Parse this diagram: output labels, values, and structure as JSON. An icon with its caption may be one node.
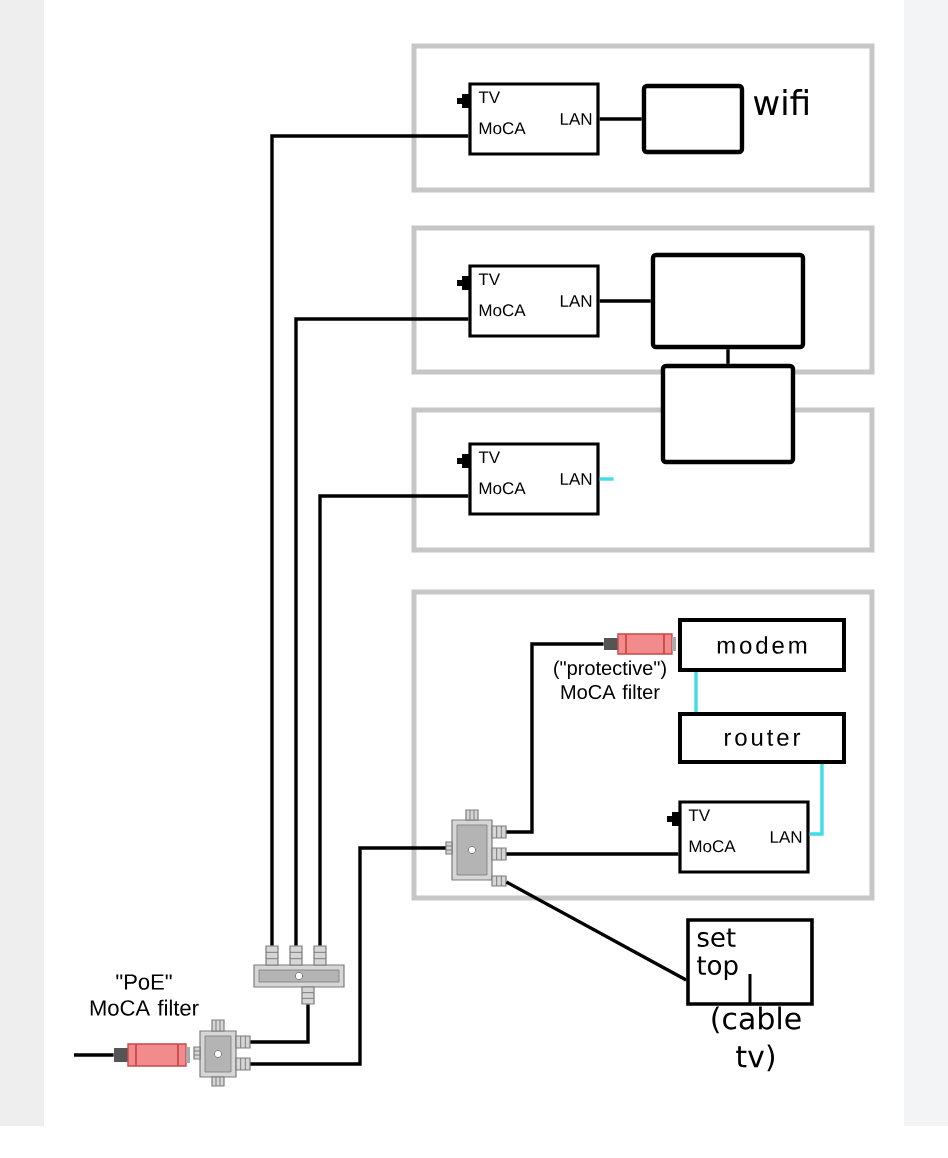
{
  "diagram": {
    "nodes": [
      {
        "text": [],
        "shape": "box"
      },
      {
        "text": [
          "TV MoCA",
          "LAN"
        ],
        "in": 0
      },
      {
        "text": [],
        "shape": "box",
        "in": 0,
        "beside": [
          "wifi"
        ]
      },
      {
        "text": [],
        "shape": "box"
      },
      {
        "text": [
          "TV MoCA",
          "LAN"
        ],
        "in": 3
      },
      {
        "text": [],
        "shape": "box",
        "in": 3
      },
      {
        "text": [],
        "shape": "box"
      },
      {
        "text": [],
        "shape": "box"
      },
      {
        "text": [
          "TV MoCA",
          "LAN"
        ],
        "in": 7
      },
      {
        "text": [],
        "shape": "box"
      },
      {
        "text": [],
        "shape": "picture",
        "in": 9,
        "beside": [
          "(\"protective\") MoCA filter"
        ]
      },
      {
        "text": [
          "modem"
        ],
        "in": 9
      },
      {
        "text": [
          "router"
        ],
        "in": 9
      },
      {
        "text": [
          "TV MoCA",
          "LAN"
        ],
        "in": 9
      },
      {
        "text": [],
        "shape": "picture",
        "in": 9
      },
      {
        "text": [
          "set top"
        ],
        "beside": [
          "(cable tv)"
        ]
      },
      {
        "text": [],
        "shape": "picture"
      },
      {
        "text": [],
        "shape": "picture"
      },
      {
        "text": [],
        "shape": "picture"
      }
    ],
    "edges": [
      {
        "from": 16,
        "to": 1,
        "arrow": "none"
      },
      {
        "from": 16,
        "to": 4,
        "arrow": "none"
      },
      {
        "from": 16,
        "to": 8,
        "arrow": "none"
      },
      {
        "from": 1,
        "to": 2,
        "arrow": "none"
      },
      {
        "from": 4,
        "to": 5,
        "arrow": "none"
      },
      {
        "from": 5,
        "to": 6,
        "arrow": "none"
      },
      {
        "from": 8,
        "to": null,
        "arrow": "none",
        "color": "#3fdde6"
      },
      {
        "from": 17,
        "to": 16,
        "arrow": "none"
      },
      {
        "from": 17,
        "to": 14,
        "arrow": "none"
      },
      {
        "from": null,
        "to": 18,
        "arrow": "none"
      },
      {
        "from": 14,
        "to": 10,
        "arrow": "none"
      },
      {
        "from": 14,
        "to": 13,
        "arrow": "none"
      },
      {
        "from": 14,
        "to": 15,
        "arrow": "none"
      },
      {
        "from": 11,
        "to": 12,
        "arrow": "none",
        "color": "#3fdde6"
      },
      {
        "from": 13,
        "to": 12,
        "arrow": "none",
        "color": "#3fdde6"
      }
    ],
    "labels": [
      "\"PoE\" MoCA filter"
    ]
  }
}
